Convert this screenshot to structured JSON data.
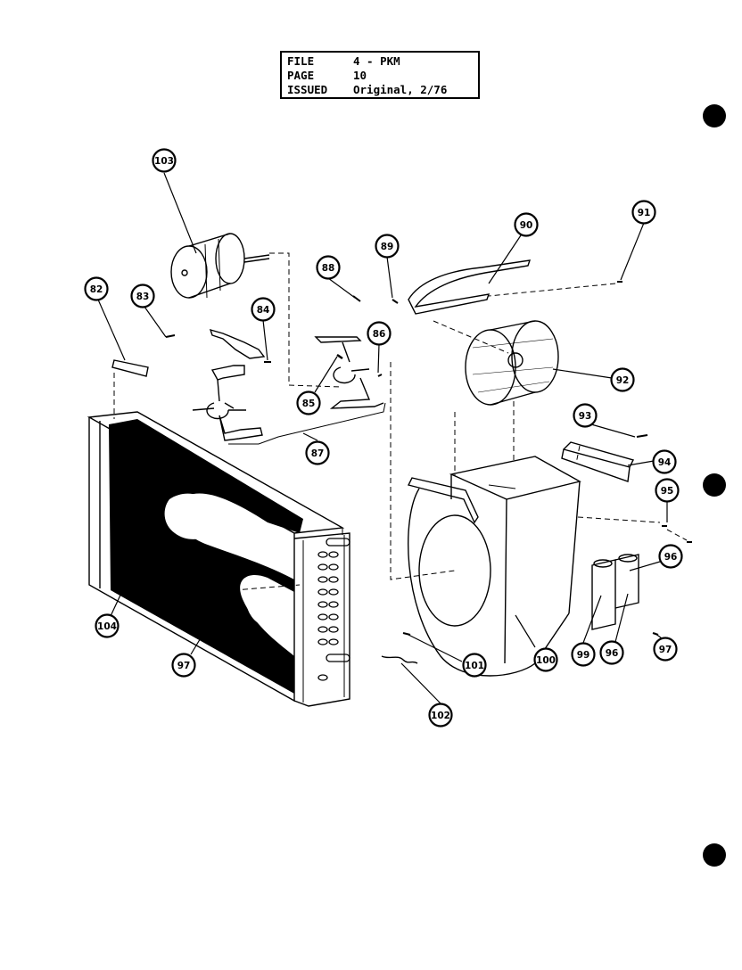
{
  "header": {
    "file_label": "FILE",
    "file_value": "4 - PKM",
    "page_label": "PAGE",
    "page_value": "10",
    "issued_label": "ISSUED",
    "issued_value": "Original, 2/76"
  },
  "callouts": [
    {
      "id": "c103",
      "label": "103"
    },
    {
      "id": "c82",
      "label": "82"
    },
    {
      "id": "c83",
      "label": "83"
    },
    {
      "id": "c84",
      "label": "84"
    },
    {
      "id": "c85",
      "label": "85"
    },
    {
      "id": "c86",
      "label": "86"
    },
    {
      "id": "c87",
      "label": "87"
    },
    {
      "id": "c88",
      "label": "88"
    },
    {
      "id": "c89",
      "label": "89"
    },
    {
      "id": "c90",
      "label": "90"
    },
    {
      "id": "c91",
      "label": "91"
    },
    {
      "id": "c92",
      "label": "92"
    },
    {
      "id": "c93",
      "label": "93"
    },
    {
      "id": "c94",
      "label": "94"
    },
    {
      "id": "c95",
      "label": "95"
    },
    {
      "id": "c96a",
      "label": "96"
    },
    {
      "id": "c104",
      "label": "104"
    },
    {
      "id": "c97a",
      "label": "97"
    },
    {
      "id": "c100",
      "label": "100"
    },
    {
      "id": "c101",
      "label": "101"
    },
    {
      "id": "c102",
      "label": "102"
    },
    {
      "id": "c99",
      "label": "99"
    },
    {
      "id": "c96b",
      "label": "96"
    },
    {
      "id": "c97b",
      "label": "97"
    }
  ]
}
